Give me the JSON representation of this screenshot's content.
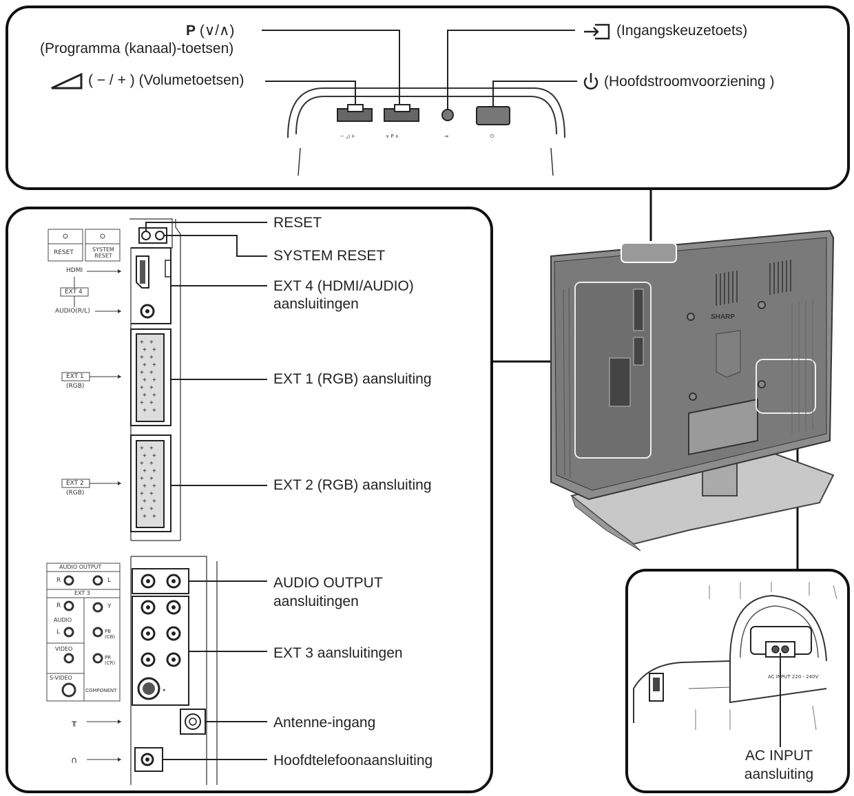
{
  "top_panel": {
    "program_key": "P",
    "program_symbols": "(∨/∧)",
    "program_desc": "(Programma (kanaal)-toetsen)",
    "volume_desc": "( − / + ) (Volumetoetsen)",
    "input_desc": "(Ingangskeuzetoets)",
    "power_desc": "(Hoofdstroomvoorziening )"
  },
  "left_panel": {
    "side_labels": {
      "reset": "RESET",
      "system_reset": "SYSTEM RESET",
      "hdmi": "HDMI",
      "ext4": "EXT 4",
      "audio_rl": "AUDIO(R/L)",
      "ext1": "EXT 1",
      "ext1_sub": "(RGB)",
      "ext2": "EXT 2",
      "ext2_sub": "(RGB)",
      "audio_output": "AUDIO OUTPUT",
      "ext3": "EXT 3",
      "r": "R",
      "l": "L",
      "audio": "AUDIO",
      "video": "VIDEO",
      "svideo": "S-VIDEO",
      "y": "Y",
      "pb": "PB (CB)",
      "pr": "PR (CR)",
      "component": "COMPONENT"
    },
    "callouts": {
      "reset": "RESET",
      "system_reset": "SYSTEM RESET",
      "ext4_line1": "EXT 4 (HDMI/AUDIO)",
      "ext4_line2": "aansluitingen",
      "ext1": "EXT 1 (RGB) aansluiting",
      "ext2": "EXT 2 (RGB) aansluiting",
      "audio_out_line1": "AUDIO OUTPUT",
      "audio_out_line2": "aansluitingen",
      "ext3": "EXT 3 aansluitingen",
      "antenna": "Antenne-ingang",
      "headphone": "Hoofdtelefoonaansluiting"
    }
  },
  "tv": {
    "brand": "SHARP"
  },
  "ac_panel": {
    "line1": "AC INPUT",
    "line2": "aansluiting",
    "plate_text": "AC INPUT 220 - 240V"
  },
  "colors": {
    "outline": "#111111",
    "tv_body": "#8a8a8a",
    "tv_dark": "#5a5a5a",
    "stand": "#b0b0b0"
  }
}
